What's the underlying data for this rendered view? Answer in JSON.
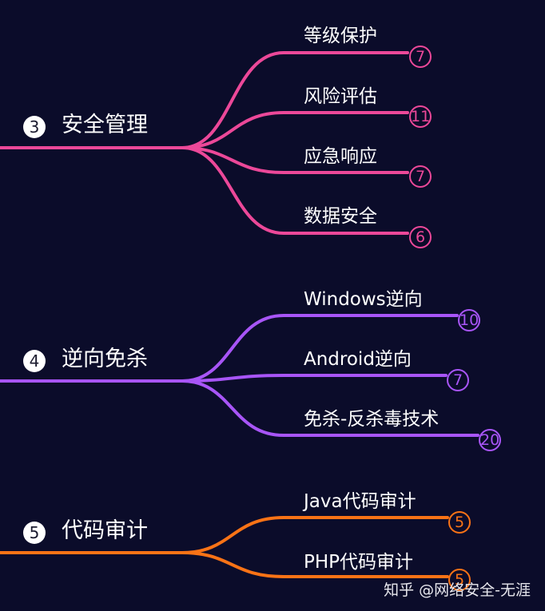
{
  "colors": {
    "background": "#0b0c2a",
    "group3": "#ec4899",
    "group4": "#a855f7",
    "group5": "#f97316"
  },
  "groups": [
    {
      "num": "3",
      "title": "安全管理",
      "color": "#ec4899",
      "children": [
        {
          "label": "等级保护",
          "count": "7"
        },
        {
          "label": "风险评估",
          "count": "11"
        },
        {
          "label": "应急响应",
          "count": "7"
        },
        {
          "label": "数据安全",
          "count": "6"
        }
      ]
    },
    {
      "num": "4",
      "title": "逆向免杀",
      "color": "#a855f7",
      "children": [
        {
          "label": "Windows逆向",
          "count": "10"
        },
        {
          "label": "Android逆向",
          "count": "7"
        },
        {
          "label": "免杀-反杀毒技术",
          "count": "20"
        }
      ]
    },
    {
      "num": "5",
      "title": "代码审计",
      "color": "#f97316",
      "children": [
        {
          "label": "Java代码审计",
          "count": "5"
        },
        {
          "label": "PHP代码审计",
          "count": "5"
        }
      ]
    }
  ],
  "watermark": "知乎 @网络安全-无涯"
}
